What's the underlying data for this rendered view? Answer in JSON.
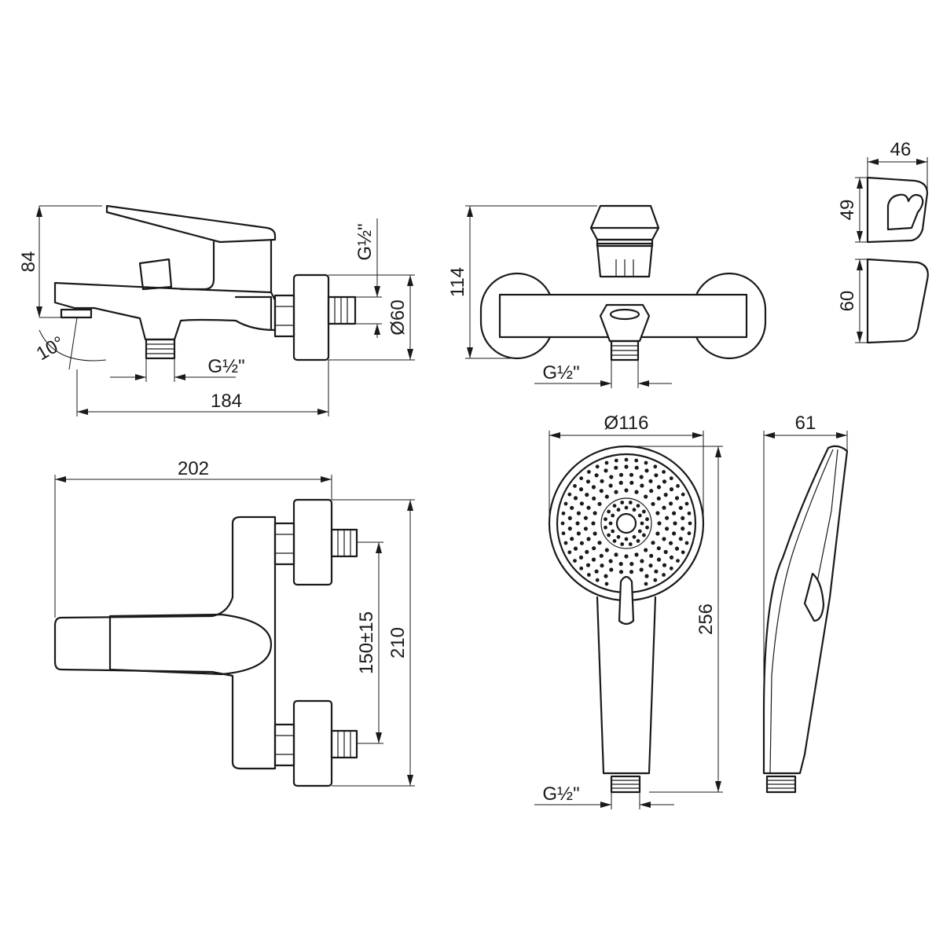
{
  "colors": {
    "line": "#1a1a1a",
    "background": "#ffffff"
  },
  "side_view": {
    "height": "84",
    "angle": "10°",
    "thread_top": "G½\"",
    "thread_bottom": "G½\"",
    "diameter": "Ø60",
    "length": "184"
  },
  "front_view": {
    "height": "114",
    "thread": "G½\""
  },
  "holder": {
    "width": "46",
    "top_height": "49",
    "side_height": "60"
  },
  "top_view": {
    "width": "202",
    "spacing": "150±15",
    "height": "210"
  },
  "hand_shower": {
    "diameter": "Ø116",
    "length": "256",
    "thread": "G½\""
  },
  "hand_shower_side": {
    "depth": "61"
  }
}
